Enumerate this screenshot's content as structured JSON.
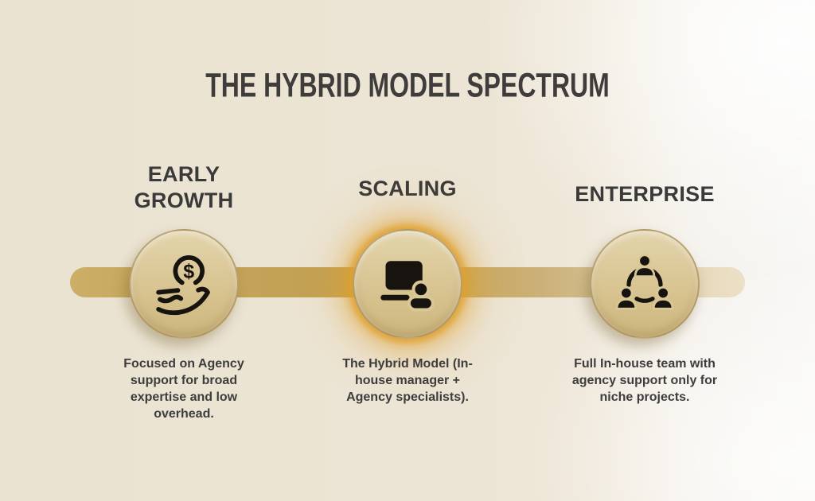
{
  "title": "THE HYBRID MODEL SPECTRUM",
  "stages": [
    {
      "label": "EARLY GROWTH",
      "icon": "hand-coin-icon",
      "description": "Focused on Agency support for broad expertise and low overhead.",
      "desc_lines": [
        "Focused on Agency",
        "support for broad",
        "expertise and low",
        "overhead."
      ],
      "highlighted": false
    },
    {
      "label": "SCALING",
      "icon": "laptop-user-icon",
      "description": "The Hybrid Model (In-house manager + Agency specialists).",
      "desc_lines": [
        "The Hybrid Model (In-",
        "house manager +",
        "Agency specialists)."
      ],
      "highlighted": true
    },
    {
      "label": "ENTERPRISE",
      "icon": "team-network-icon",
      "description": "Full In-house team with agency support only for niche projects.",
      "desc_lines": [
        "Full In-house team with",
        "agency support only for",
        "niche projects."
      ],
      "highlighted": false
    }
  ],
  "icon_glyphs": {
    "currency_symbol": "$"
  },
  "colors": {
    "background_left": "#ebe3d2",
    "background_right": "#f8f7f5",
    "bar_gold": "#c2a155",
    "bar_fade": "#ece0c8",
    "circle_fill_top": "#e3d4ac",
    "circle_fill_bottom": "#cdb67e",
    "circle_border": "#8c6e37",
    "highlight_glow": "#df9f2c",
    "title_text": "#3e3d3b",
    "heading_text": "#3a3a3a",
    "body_text": "#3d3d3d",
    "icon_ink": "#17140f"
  }
}
